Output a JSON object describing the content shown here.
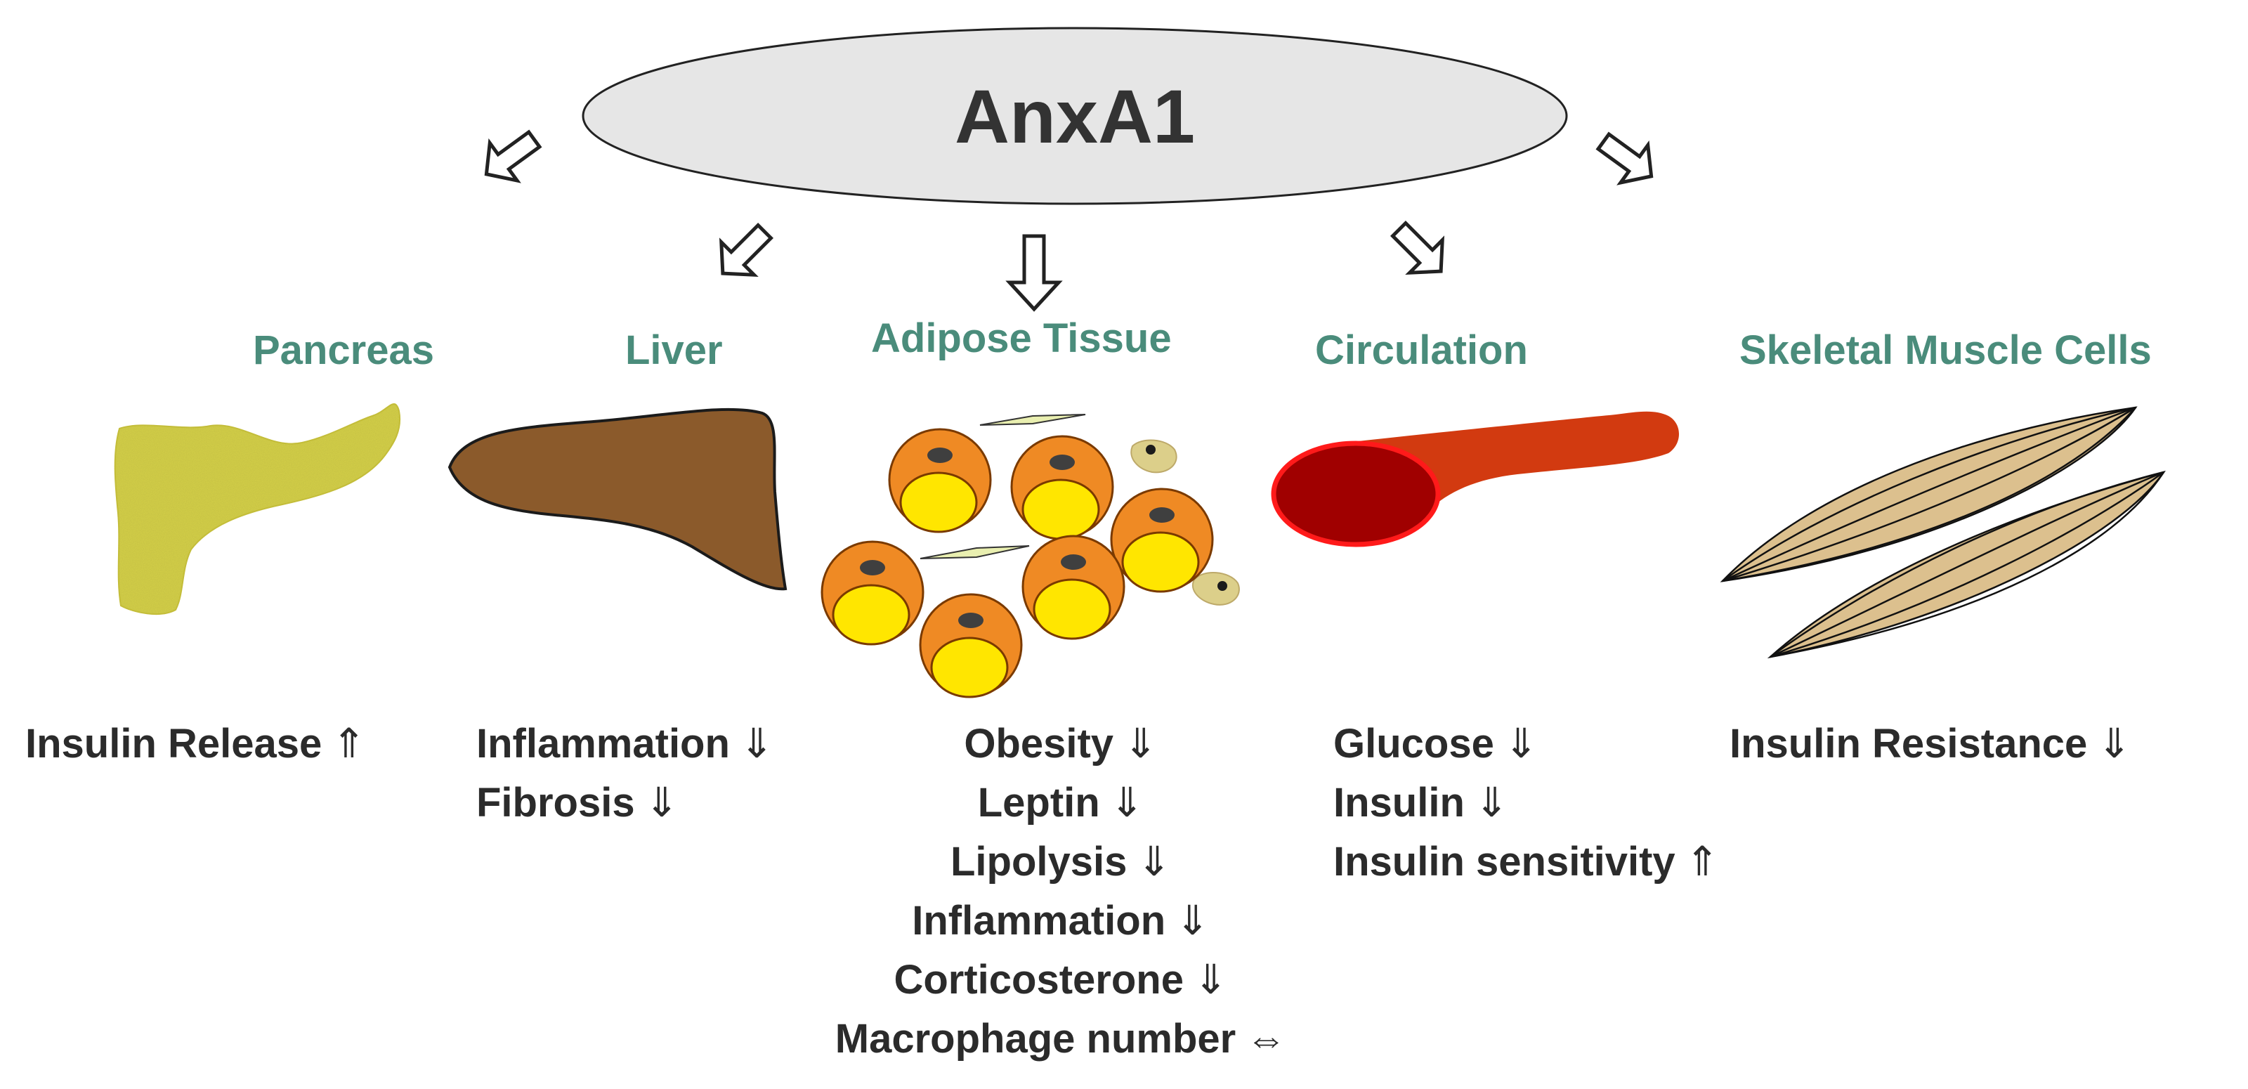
{
  "title": "AnxA1",
  "colors": {
    "label": "#4a8c7b",
    "text": "#2b2b2b",
    "ellipse_fill": "#e6e6e6",
    "pancreas": "#d6d24a",
    "liver": "#8b5a2b",
    "adipocyte_outer": "#ef8a24",
    "adipocyte_inner": "#ffe600",
    "vessel": "#d23a10",
    "vessel_lumen": "#a00000",
    "muscle": "#dcc08e"
  },
  "organs": [
    {
      "id": "pancreas",
      "label": "Pancreas",
      "icon": "pancreas-icon",
      "effects": [
        {
          "text": "Insulin Release",
          "dir": "⇑"
        }
      ]
    },
    {
      "id": "liver",
      "label": "Liver",
      "icon": "liver-icon",
      "effects": [
        {
          "text": "Inflammation",
          "dir": "⇓"
        },
        {
          "text": "Fibrosis",
          "dir": "⇓"
        }
      ]
    },
    {
      "id": "adipose",
      "label": "Adipose Tissue",
      "icon": "adipocytes-icon",
      "effects": [
        {
          "text": "Obesity",
          "dir": "⇓"
        },
        {
          "text": "Leptin",
          "dir": "⇓"
        },
        {
          "text": "Lipolysis",
          "dir": "⇓"
        },
        {
          "text": "Inflammation",
          "dir": "⇓"
        },
        {
          "text": "Corticosterone",
          "dir": "⇓"
        },
        {
          "text": "Macrophage number",
          "dir": "⇔"
        }
      ]
    },
    {
      "id": "circulation",
      "label": "Circulation",
      "icon": "blood-vessel-icon",
      "effects": [
        {
          "text": "Glucose",
          "dir": "⇓"
        },
        {
          "text": "Insulin",
          "dir": "⇓"
        },
        {
          "text": "Insulin sensitivity",
          "dir": "⇑"
        }
      ]
    },
    {
      "id": "muscle",
      "label": "Skeletal Muscle Cells",
      "icon": "muscle-icon",
      "effects": [
        {
          "text": "Insulin Resistance",
          "dir": "⇓"
        }
      ]
    }
  ]
}
